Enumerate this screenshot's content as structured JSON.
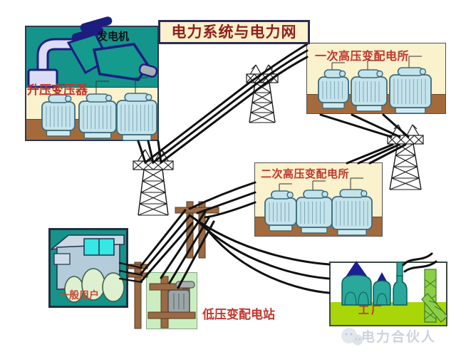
{
  "title": "电力系统与电力网",
  "labels": {
    "generator": "发电机",
    "step_up_transformer": "升压变压器",
    "primary_substation": "一次高压变配电所",
    "secondary_substation": "二次高压变配电所",
    "low_voltage_station": "低压变配电站",
    "general_users": "一般用户",
    "factory": "工厂"
  },
  "watermark": {
    "text": "电力合伙人",
    "icon": "wechat-logo-icon"
  },
  "colors": {
    "title_red": "#8e1f1f",
    "label_red": "#c1352a",
    "cream": "#faf1cd",
    "teal": "#14948a",
    "ground_brown": "#a46a3c",
    "transformer_fill": "#c4e3eb",
    "transformer_stroke": "#3d6b7b",
    "light_green": "#cbeec0",
    "factory_ground": "#a8d609",
    "tree_green": "#def0d0",
    "pole_brown": "#9a6a44",
    "navy": "#1d1d80",
    "line_black": "#101010",
    "watermark_gray": "#ccd4db"
  }
}
